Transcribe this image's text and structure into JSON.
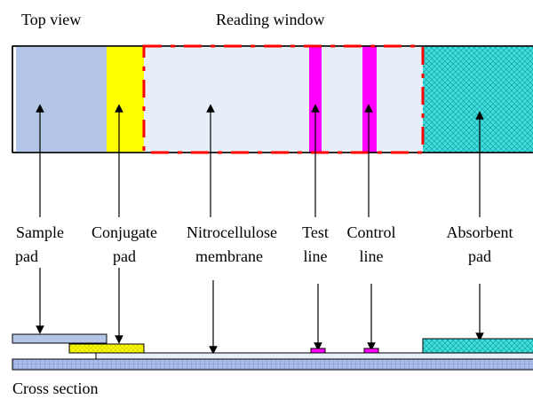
{
  "headings": {
    "top_view": "Top view",
    "reading_window": "Reading window",
    "cross_section": "Cross section"
  },
  "labels": {
    "sample_pad": [
      "Sample",
      "pad"
    ],
    "conjugate_pad": [
      "Conjugate",
      "pad"
    ],
    "nitrocellulose_membrane": [
      "Nitrocellulose",
      "membrane"
    ],
    "test_line": [
      "Test",
      "line"
    ],
    "control_line": [
      "Control",
      "line"
    ],
    "absorbent_pad": [
      "Absorbent",
      "pad"
    ]
  },
  "colors": {
    "sample_pad": "#b4c6e7",
    "conjugate_pad": "#ffff00",
    "membrane": "#e8eef8",
    "test_line": "#ff00ff",
    "control_line": "#ff00ff",
    "absorbent_pad": "#40e0e0",
    "reading_window_border": "#ff0000",
    "backing_card": "#a8bce8",
    "outline": "#000000"
  }
}
